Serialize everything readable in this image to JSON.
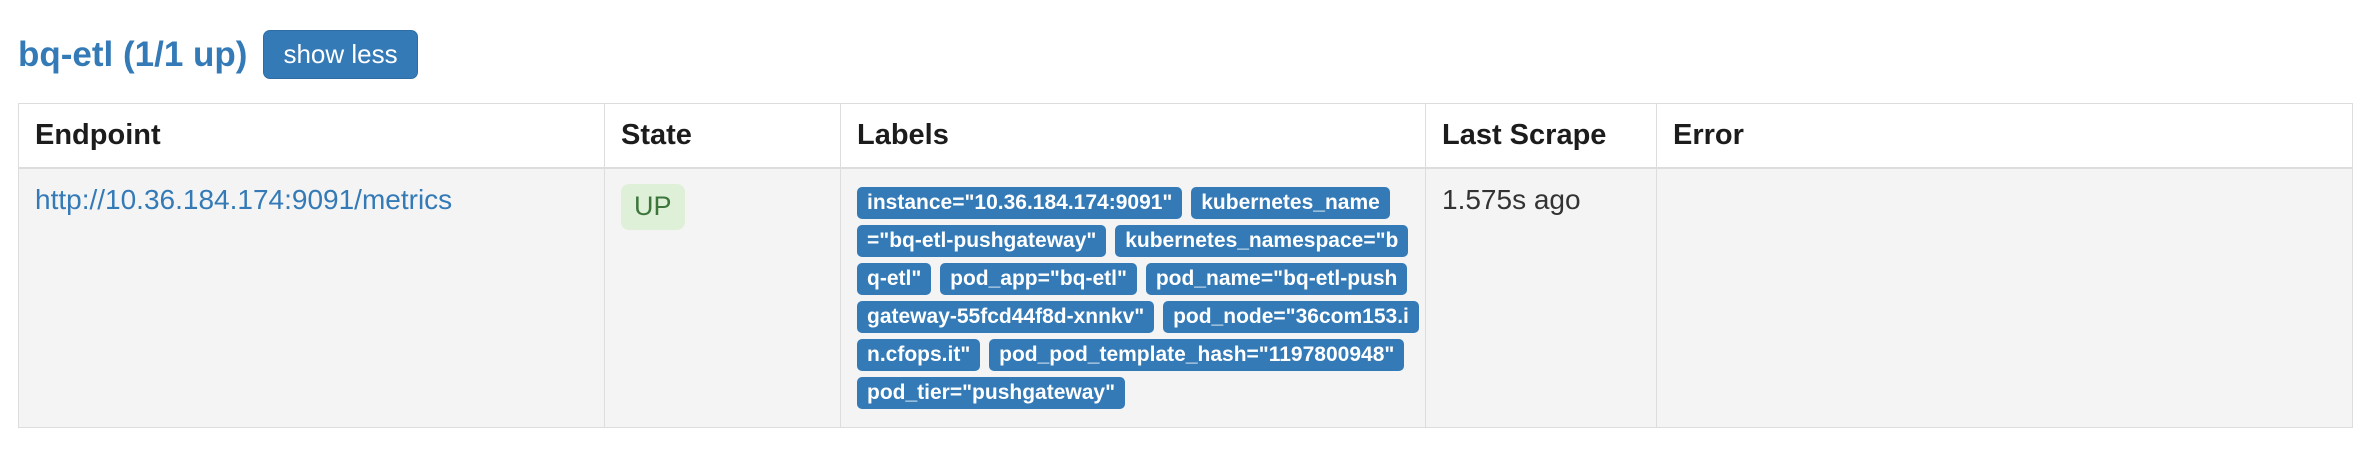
{
  "colors": {
    "primary_blue": "#337ab7",
    "primary_border": "#2e6da4",
    "success_bg": "#dff0d8",
    "success_text": "#3c763d",
    "table_border": "#dddddd",
    "row_bg": "#f4f4f4",
    "link": "#337ab7"
  },
  "job_group": {
    "title": "bq-etl (1/1 up)",
    "toggle_button_label": "show less",
    "table": {
      "headers": [
        "Endpoint",
        "State",
        "Labels",
        "Last Scrape",
        "Error"
      ],
      "rows": [
        {
          "endpoint": "http://10.36.184.174:9091/metrics",
          "state": "UP",
          "labels": [
            "instance=\"10.36.184.174:9091\"",
            "kubernetes_name=\"bq-etl-pushgateway\"",
            "kubernetes_namespace=\"bq-etl\"",
            "pod_app=\"bq-etl\"",
            "pod_name=\"bq-etl-pushgateway-55fcd44f8d-xnnkv\"",
            "pod_node=\"36com153.in.cfops.it\"",
            "pod_pod_template_hash=\"1197800948\"",
            "pod_tier=\"pushgateway\""
          ],
          "last_scrape": "1.575s ago",
          "error": ""
        }
      ]
    }
  }
}
